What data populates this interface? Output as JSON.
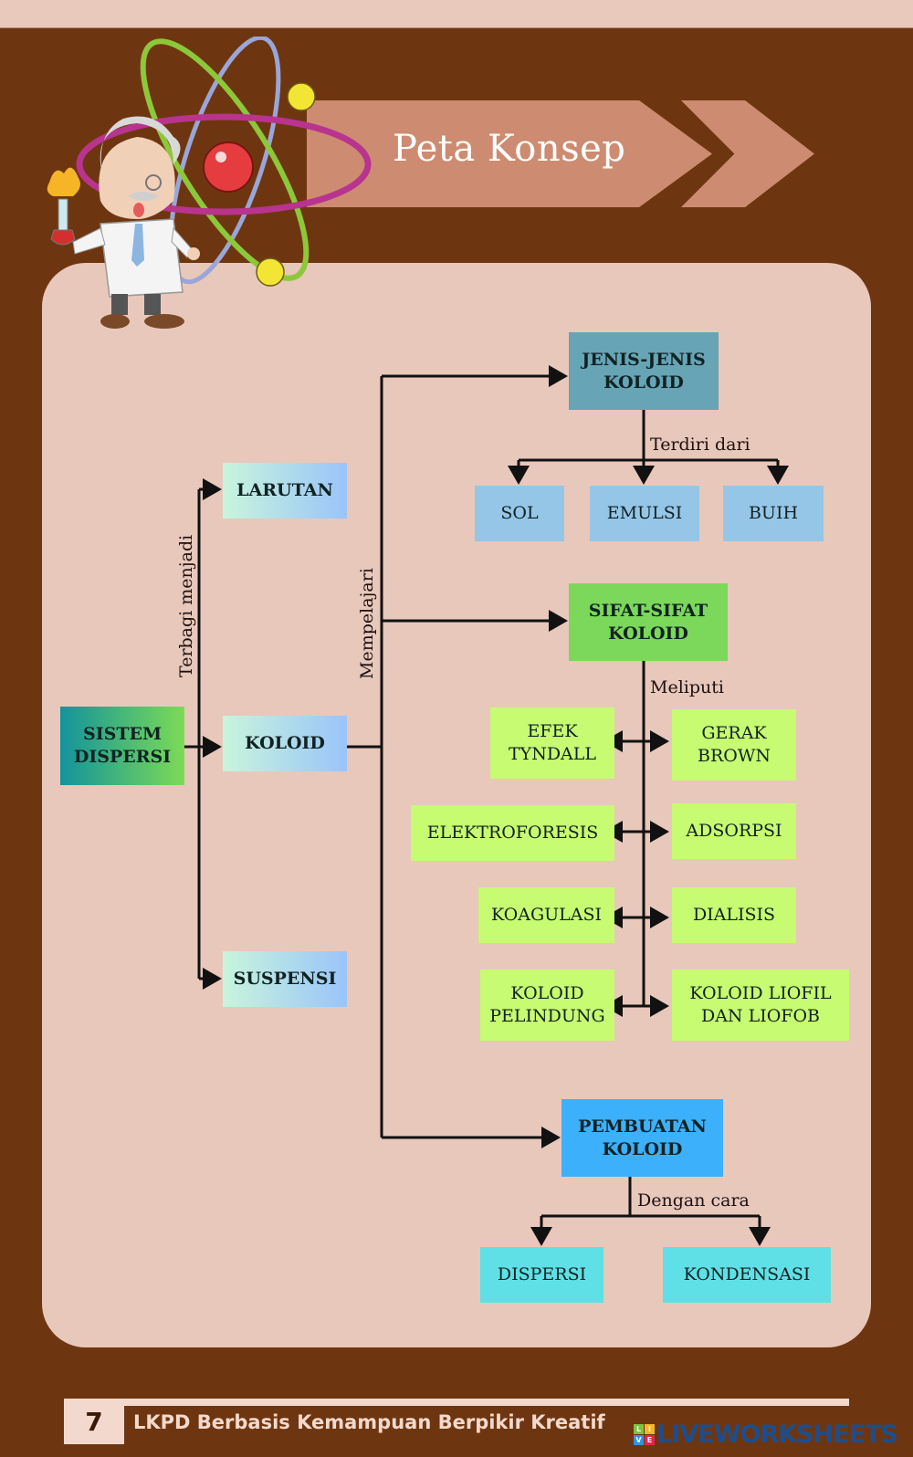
{
  "header": {
    "title": "Peta Konsep"
  },
  "colors": {
    "page_bg": "#6e3610",
    "card_bg": "#e8c8bb",
    "banner": "#cd8c71",
    "jenis": "#66a4b6",
    "jenis_children": "#95c6e8",
    "sifat": "#7bd85a",
    "sifat_children": "#c6fb72",
    "pembuatan": "#3cb0fa",
    "pembuatan_children": "#5fe0e6",
    "footer_text": "#f3d9cd",
    "logo_text": "#1e4d8c"
  },
  "concept_map": {
    "root": {
      "line1": "SISTEM",
      "line2": "DISPERSI"
    },
    "split_label": "Terbagi menjadi",
    "types": [
      "LARUTAN",
      "KOLOID",
      "SUSPENSI"
    ],
    "study_label": "Mempelajari",
    "jenis": {
      "line1": "JENIS-JENIS",
      "line2": "KOLOID",
      "link_label": "Terdiri dari",
      "children": [
        "SOL",
        "EMULSI",
        "BUIH"
      ]
    },
    "sifat": {
      "line1": "SIFAT-SIFAT",
      "line2": "KOLOID",
      "link_label": "Meliputi",
      "children": [
        {
          "line1": "EFEK",
          "line2": "TYNDALL"
        },
        {
          "line1": "GERAK",
          "line2": "BROWN"
        },
        {
          "line1": "ELEKTROFORESIS"
        },
        {
          "line1": "ADSORPSI"
        },
        {
          "line1": "KOAGULASI"
        },
        {
          "line1": "DIALISIS"
        },
        {
          "line1": "KOLOID",
          "line2": "PELINDUNG"
        },
        {
          "line1": "KOLOID LIOFIL",
          "line2": "DAN LIOFOB"
        }
      ]
    },
    "pembuatan": {
      "line1": "PEMBUATAN",
      "line2": "KOLOID",
      "link_label": "Dengan cara",
      "children": [
        "DISPERSI",
        "KONDENSASI"
      ]
    }
  },
  "footer": {
    "page_number": "7",
    "text": "LKPD Berbasis Kemampuan Berpikir Kreatif",
    "logo_letters": [
      "L",
      "I",
      "V",
      "E"
    ],
    "logo_text": "LIVEWORKSHEETS"
  }
}
